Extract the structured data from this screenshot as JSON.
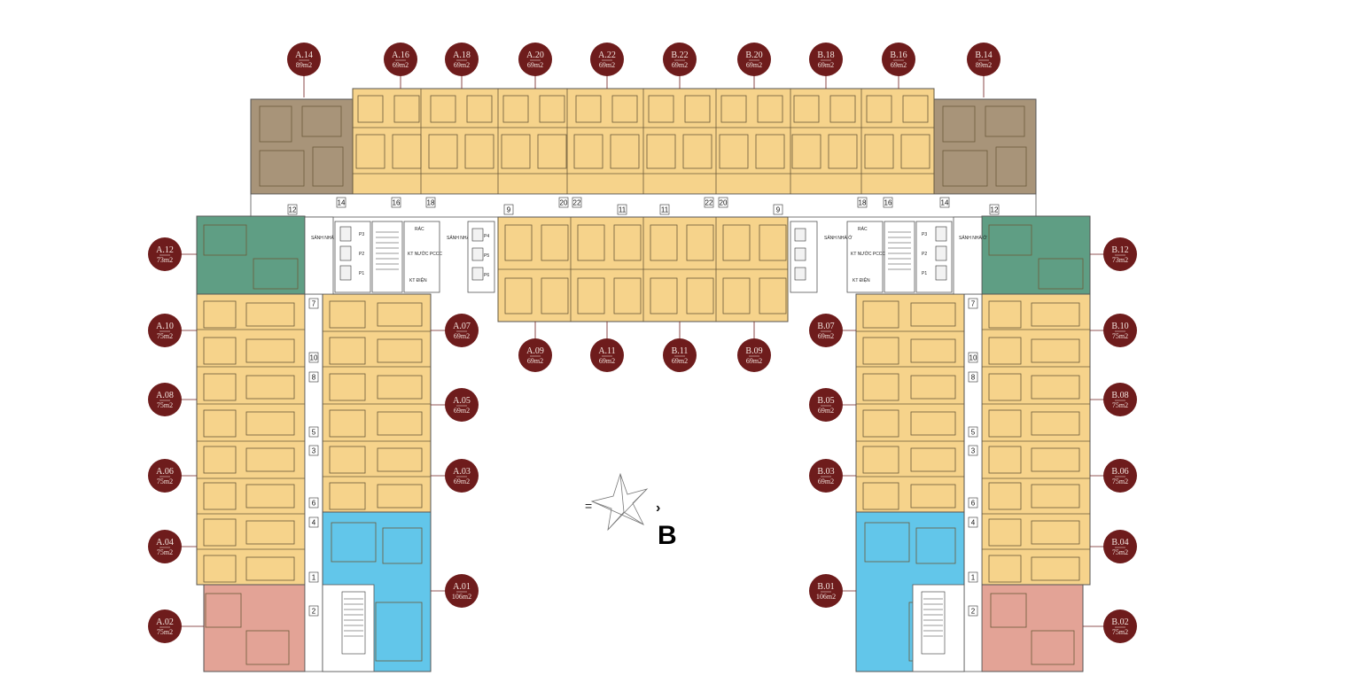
{
  "colors": {
    "yellow": "#f6d38b",
    "green": "#5f9e84",
    "taupe": "#a89479",
    "blue": "#62c6ea",
    "salmon": "#e3a396",
    "badge": "#6e1c1c",
    "corridor": "#ffffff",
    "wall": "#555555"
  },
  "units": [
    {
      "id": "A.14",
      "area": "89m2"
    },
    {
      "id": "A.16",
      "area": "69m2"
    },
    {
      "id": "A.18",
      "area": "69m2"
    },
    {
      "id": "A.20",
      "area": "69m2"
    },
    {
      "id": "A.22",
      "area": "69m2"
    },
    {
      "id": "B.22",
      "area": "69m2"
    },
    {
      "id": "B.20",
      "area": "69m2"
    },
    {
      "id": "B.18",
      "area": "69m2"
    },
    {
      "id": "B.16",
      "area": "69m2"
    },
    {
      "id": "B.14",
      "area": "89m2"
    },
    {
      "id": "A.12",
      "area": "73m2"
    },
    {
      "id": "A.10",
      "area": "75m2"
    },
    {
      "id": "A.08",
      "area": "75m2"
    },
    {
      "id": "A.06",
      "area": "75m2"
    },
    {
      "id": "A.04",
      "area": "75m2"
    },
    {
      "id": "A.02",
      "area": "75m2"
    },
    {
      "id": "A.07",
      "area": "69m2"
    },
    {
      "id": "A.05",
      "area": "69m2"
    },
    {
      "id": "A.03",
      "area": "69m2"
    },
    {
      "id": "A.01",
      "area": "106m2"
    },
    {
      "id": "A.09",
      "area": "69m2"
    },
    {
      "id": "A.11",
      "area": "69m2"
    },
    {
      "id": "B.11",
      "area": "69m2"
    },
    {
      "id": "B.09",
      "area": "69m2"
    },
    {
      "id": "B.07",
      "area": "69m2"
    },
    {
      "id": "B.05",
      "area": "69m2"
    },
    {
      "id": "B.03",
      "area": "69m2"
    },
    {
      "id": "B.01",
      "area": "106m2"
    },
    {
      "id": "B.12",
      "area": "73m2"
    },
    {
      "id": "B.10",
      "area": "75m2"
    },
    {
      "id": "B.08",
      "area": "75m2"
    },
    {
      "id": "B.06",
      "area": "75m2"
    },
    {
      "id": "B.04",
      "area": "75m2"
    },
    {
      "id": "B.02",
      "area": "75m2"
    }
  ],
  "door_numbers": {
    "top": [
      "14",
      "16",
      "18",
      "20",
      "22",
      "22",
      "20",
      "18",
      "16",
      "14"
    ],
    "corridor": [
      "9",
      "11",
      "11",
      "9"
    ],
    "left_wing": [
      "12",
      "7",
      "10",
      "8",
      "5",
      "3",
      "6",
      "4",
      "1",
      "2"
    ],
    "right_wing": [
      "12",
      "7",
      "10",
      "8",
      "5",
      "3",
      "6",
      "4",
      "1",
      "2"
    ]
  },
  "core_labels": {
    "lobby": "SẢNH NHÀ Ở",
    "lobby2": "SẢNH NHÀ Ở",
    "fire": "KT NƯỚC PCCC",
    "elec": "KT ĐIỆN",
    "trash": "RÁC",
    "lifts": [
      "P3",
      "P2",
      "P1",
      "P4",
      "P5",
      "P6"
    ]
  },
  "block_label": "B",
  "compass_label": "="
}
